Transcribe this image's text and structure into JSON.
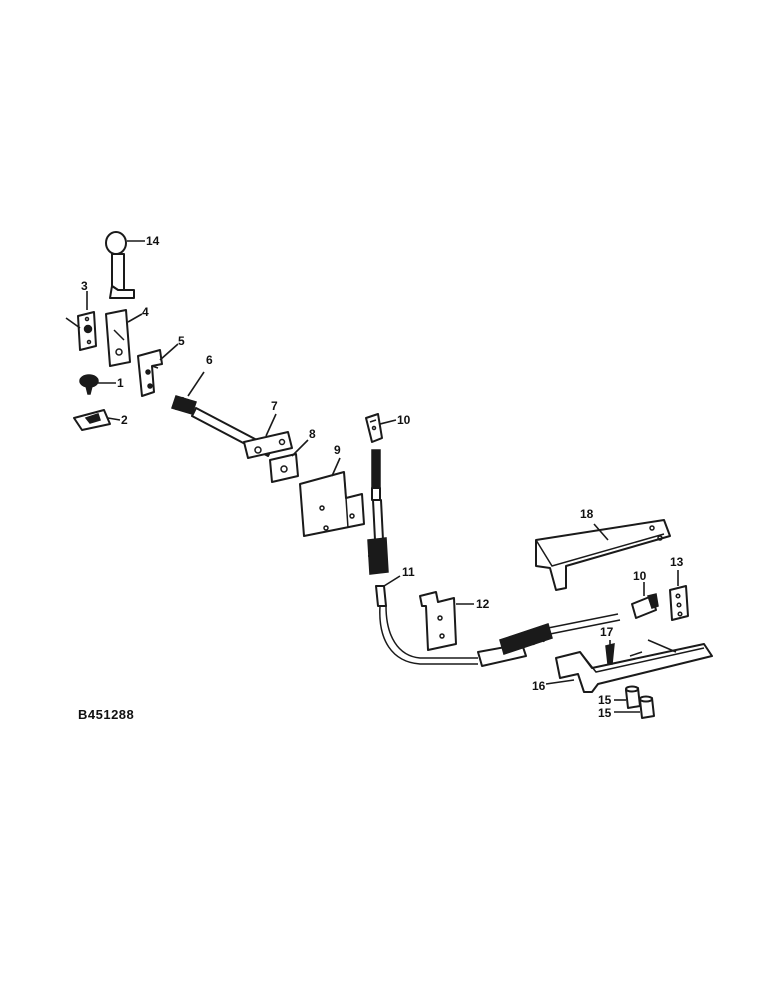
{
  "drawing": {
    "reference_code": "B451288",
    "callouts": {
      "c1": "1",
      "c2": "2",
      "c3": "3",
      "c4": "4",
      "c5": "5",
      "c6": "6",
      "c7": "7",
      "c8": "8",
      "c9": "9",
      "c10a": "10",
      "c10b": "10",
      "c11": "11",
      "c12": "12",
      "c13": "13",
      "c14": "14",
      "c15a": "15",
      "c15b": "15",
      "c16": "16",
      "c17": "17",
      "c18": "18"
    }
  }
}
